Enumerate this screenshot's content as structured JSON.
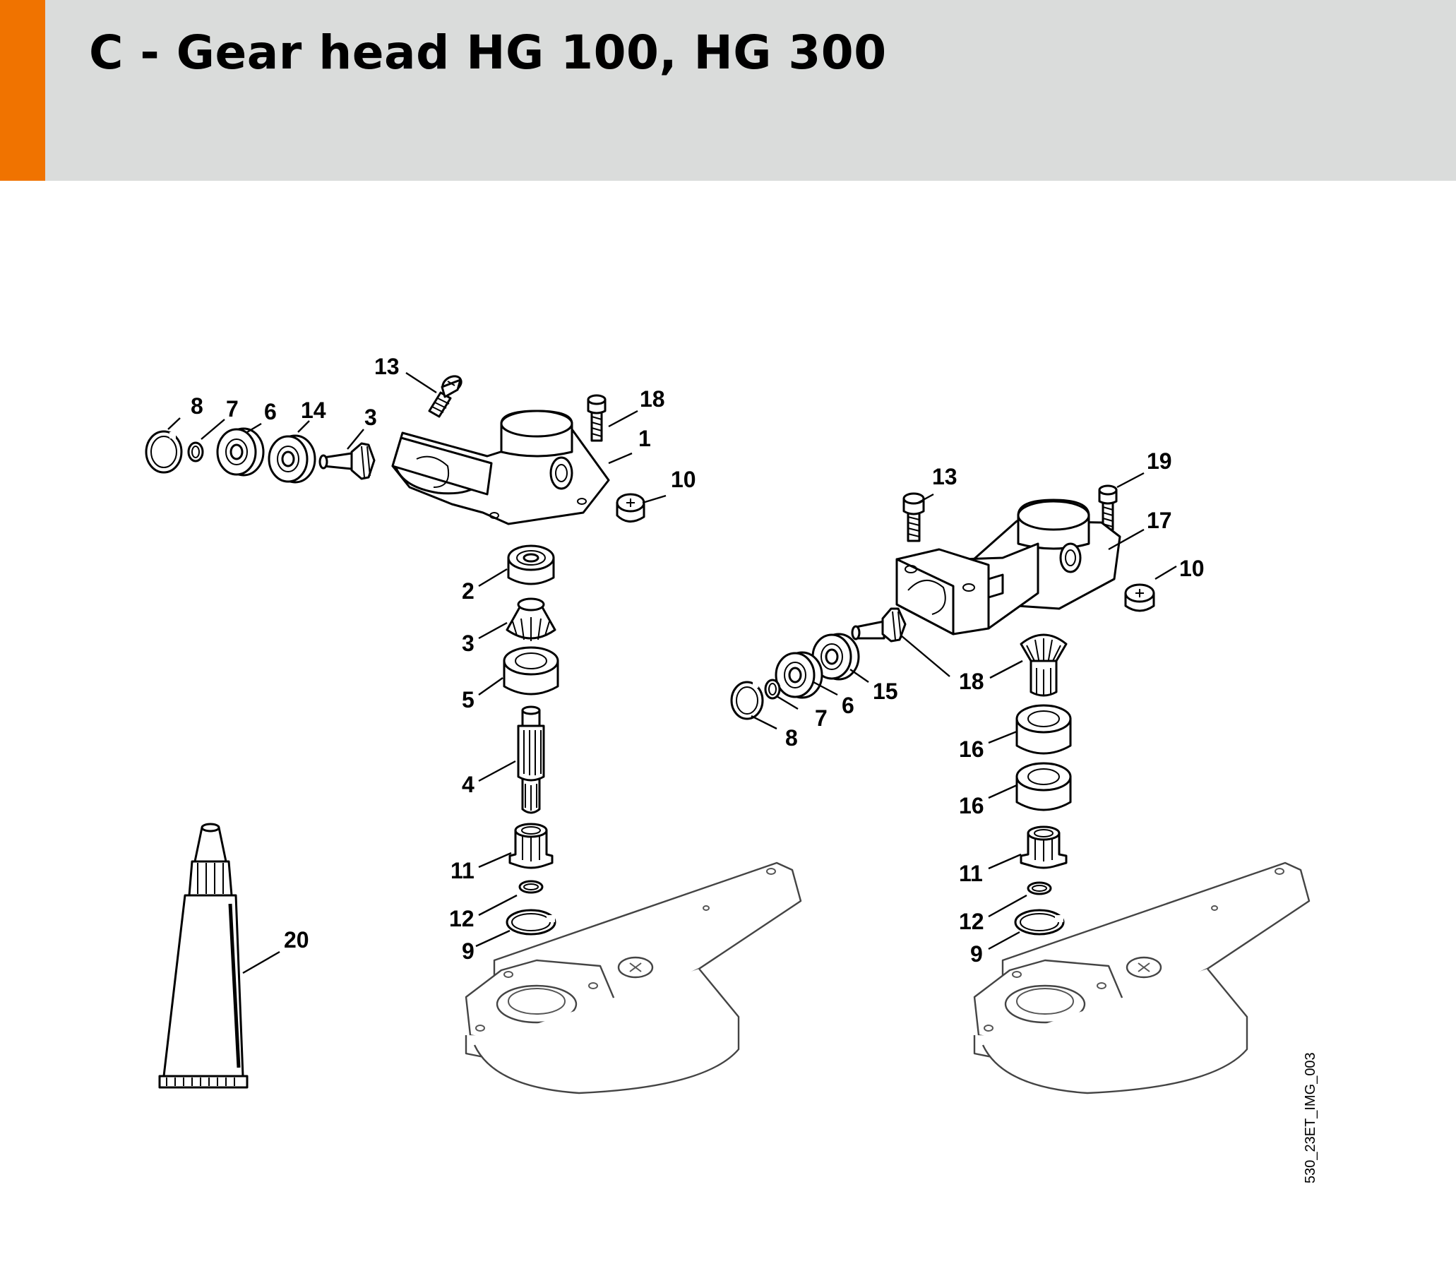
{
  "page": {
    "title": "C - Gear head HG 100, HG 300",
    "image_code": "530_23ET_IMG_003",
    "accent_color": "#f07300",
    "header_color": "#dadcdb"
  },
  "callouts": {
    "left_assembly": [
      "13",
      "8",
      "7",
      "6",
      "14",
      "3",
      "18",
      "1",
      "10",
      "2",
      "3",
      "5",
      "4",
      "11",
      "12",
      "9"
    ],
    "right_assembly": [
      "13",
      "19",
      "17",
      "10",
      "18",
      "15",
      "6",
      "7",
      "8",
      "16",
      "16",
      "11",
      "12",
      "9"
    ],
    "grease_tube": "20"
  }
}
